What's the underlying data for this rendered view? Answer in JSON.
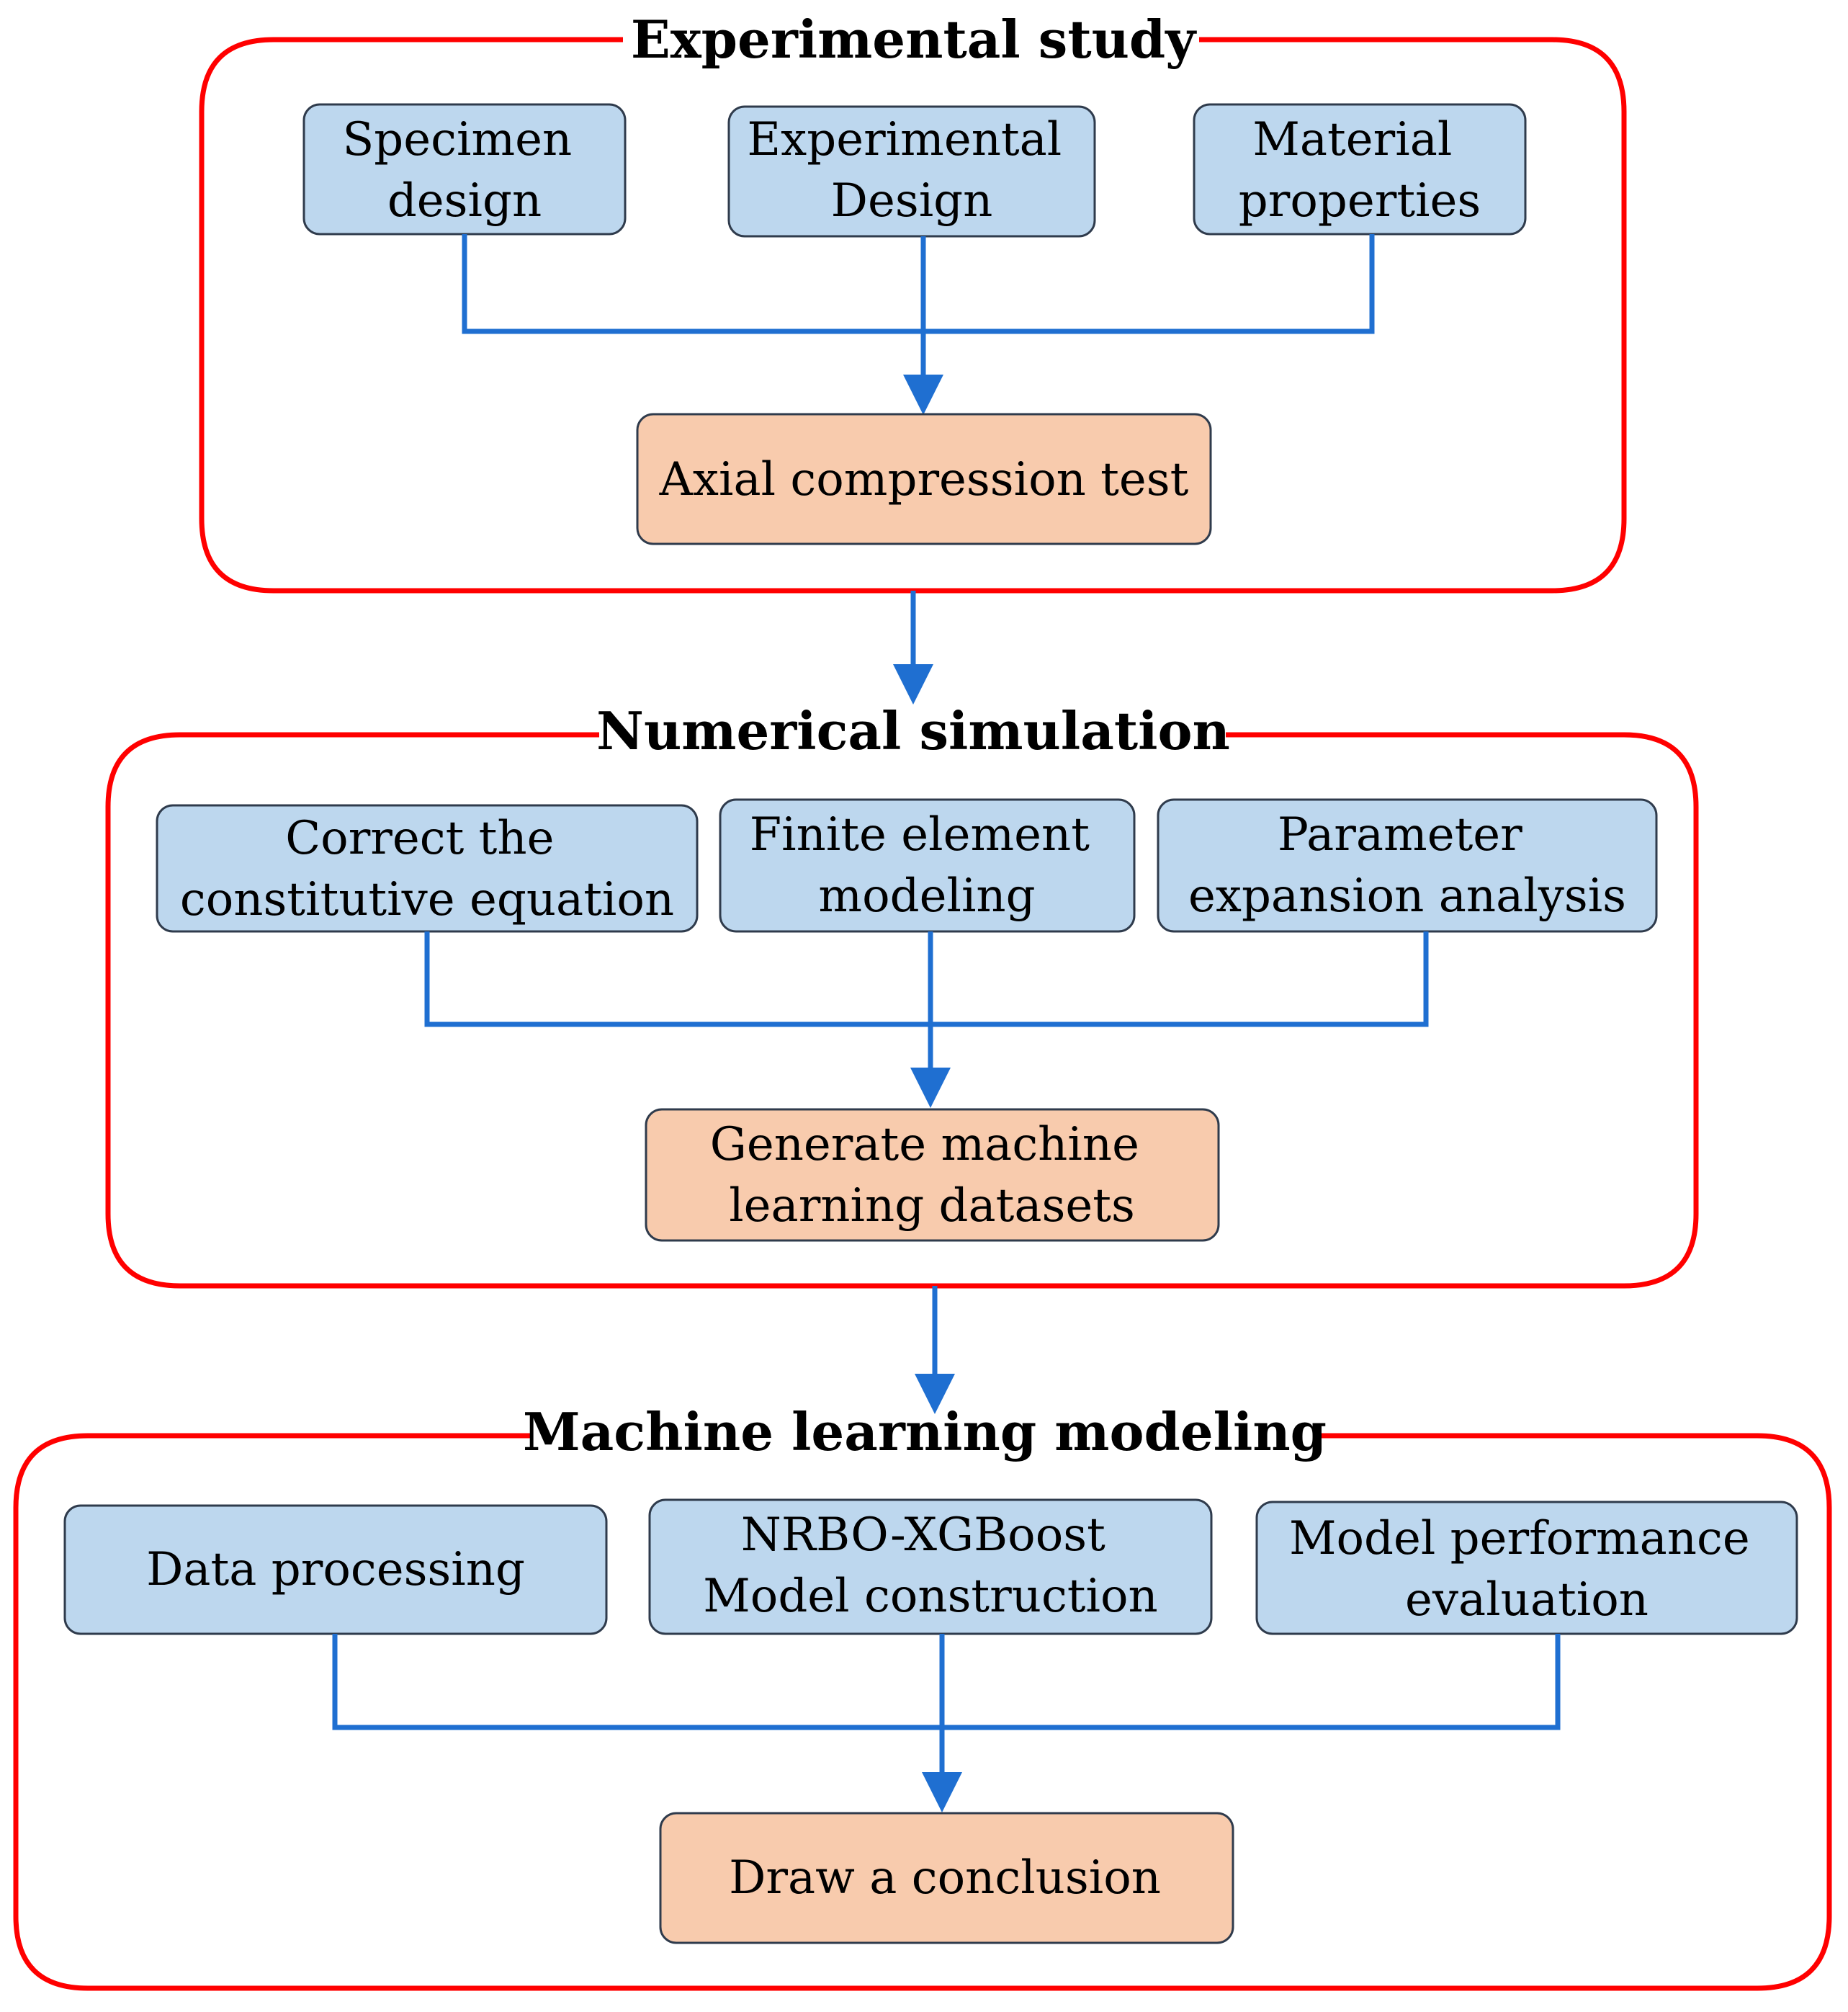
{
  "sections": [
    {
      "title": "Experimental study",
      "inputs": [
        [
          "Specimen",
          "design"
        ],
        [
          "Experimental",
          "Design"
        ],
        [
          "Material",
          "properties"
        ]
      ],
      "output": [
        "Axial compression test"
      ]
    },
    {
      "title": "Numerical simulation",
      "inputs": [
        [
          "Correct the",
          "constitutive equation"
        ],
        [
          "Finite element",
          "modeling"
        ],
        [
          "Parameter",
          "expansion analysis"
        ]
      ],
      "output": [
        "Generate machine",
        "learning datasets"
      ]
    },
    {
      "title": "Machine learning modeling",
      "inputs": [
        [
          "Data processing"
        ],
        [
          "NRBO-XGBoost",
          "Model construction"
        ],
        [
          "Model performance",
          "evaluation"
        ]
      ],
      "output": [
        "Draw a conclusion"
      ]
    }
  ],
  "colors": {
    "frame": "#ff0000",
    "connector": "#1f6fd1",
    "input_box": "#bdd7ee",
    "output_box": "#f8cbad"
  }
}
